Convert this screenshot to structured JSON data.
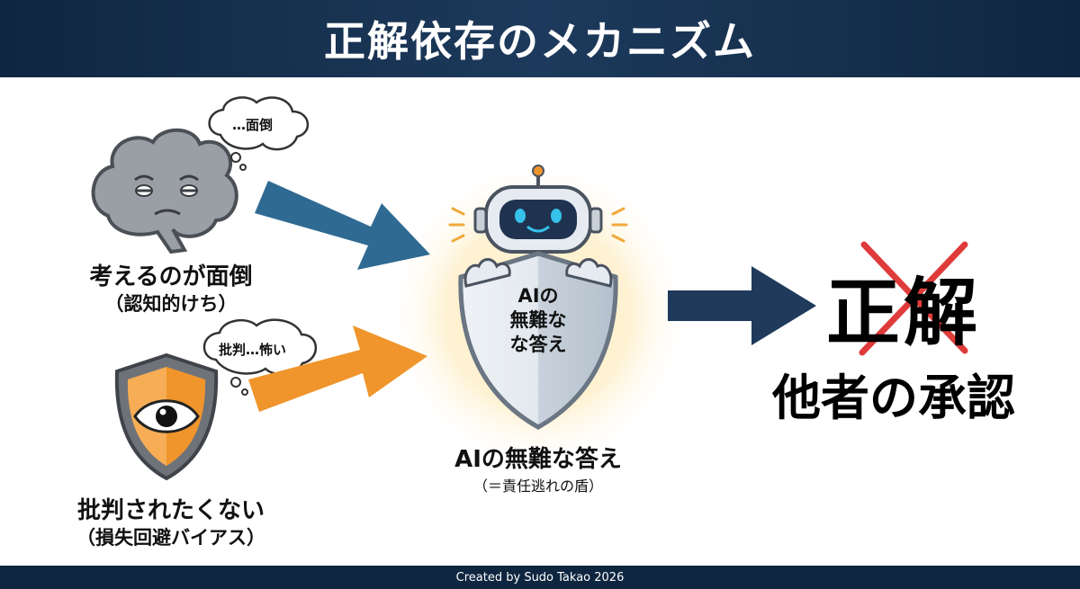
{
  "title": "正解依存のメカニズム",
  "left_top": {
    "bubble": "…面倒",
    "label": "考えるのが面倒",
    "sublabel": "（認知的けち）",
    "icon": "tired-brain-icon"
  },
  "left_bottom": {
    "bubble": "批判…怖い",
    "label": "批判されたくない",
    "sublabel": "（損失回避バイアス）",
    "icon": "eye-shield-icon"
  },
  "center": {
    "shield_text": [
      "AIの",
      "無難な",
      "な答え"
    ],
    "label": "AIの無難な答え",
    "sublabel": "（＝責任逃れの盾）",
    "icon": "robot-holding-shield-icon"
  },
  "right": {
    "crossed_text": "正解",
    "label": "他者の承認",
    "cross_icon": "red-x-icon"
  },
  "colors": {
    "header_bg": "#1d3a5c",
    "blue_arrow": "#2f6a92",
    "orange_arrow": "#f0952b",
    "navy_arrow": "#1f3a5a",
    "cross_red": "#e03b3b"
  },
  "footer": "Created by Sudo Takao 2026"
}
